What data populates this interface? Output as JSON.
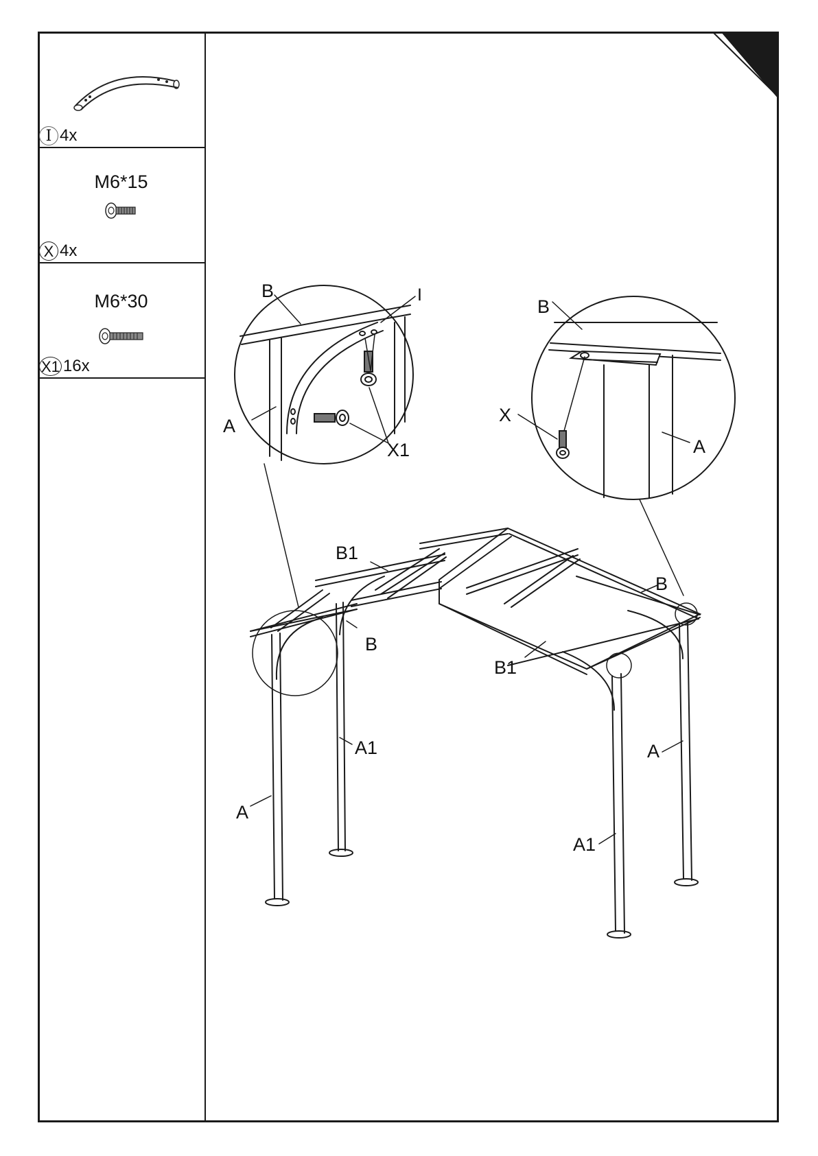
{
  "parts": [
    {
      "code": "I",
      "quantity": "4x",
      "spec": ""
    },
    {
      "code": "X",
      "quantity": "4x",
      "spec": "M6*15"
    },
    {
      "code": "X1",
      "quantity": "16x",
      "spec": "M6*30"
    }
  ],
  "callouts": {
    "left_inset": {
      "b": "B",
      "i": "I",
      "a": "A",
      "x1": "X1"
    },
    "right_inset": {
      "b": "B",
      "x": "X",
      "a": "A"
    },
    "frame": {
      "b1_top": "B1",
      "b_left": "B",
      "b_right": "B",
      "b1_bottom": "B1",
      "a1_left": "A1",
      "a_left": "A",
      "a_right": "A",
      "a1_right": "A1"
    }
  },
  "colors": {
    "line": "#1a1a1a",
    "corner": "#1a1a1a"
  }
}
